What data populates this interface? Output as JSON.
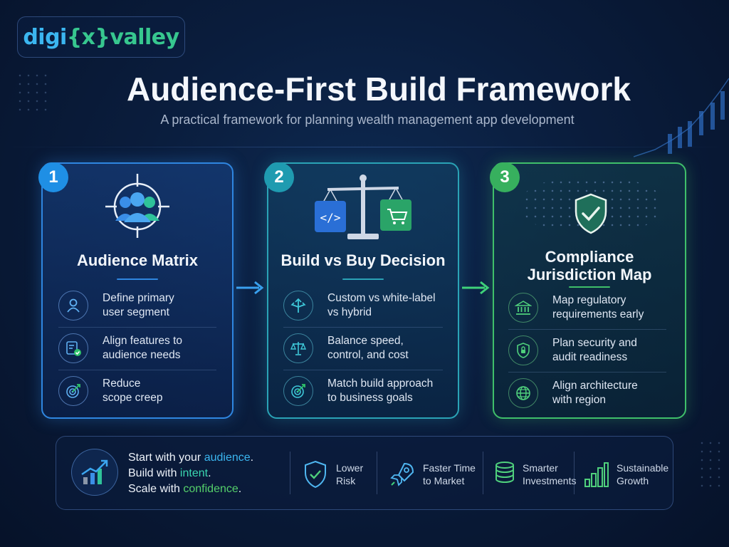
{
  "brand": {
    "part1": "digi",
    "part2": "{x}",
    "part3": "valley"
  },
  "title": "Audience-First Build Framework",
  "subtitle": "A practical framework for planning wealth management app development",
  "cards": [
    {
      "number": "1",
      "title_line1": "Audience Matrix",
      "title_line2": "",
      "accent": "#2f86e0",
      "items": [
        {
          "icon": "user-icon",
          "line1": "Define primary",
          "line2": "user segment"
        },
        {
          "icon": "checklist-icon",
          "line1": "Align features to",
          "line2": "audience needs"
        },
        {
          "icon": "target-icon",
          "line1": "Reduce",
          "line2": "scope creep"
        }
      ]
    },
    {
      "number": "2",
      "title_line1": "Build vs Buy Decision",
      "title_line2": "",
      "accent": "#2aa3b6",
      "items": [
        {
          "icon": "split-arrows-icon",
          "line1": "Custom vs white-label",
          "line2": "vs hybrid"
        },
        {
          "icon": "scale-icon",
          "line1": "Balance speed,",
          "line2": "control, and cost"
        },
        {
          "icon": "target-icon",
          "line1": "Match build approach",
          "line2": "to business goals"
        }
      ]
    },
    {
      "number": "3",
      "title_line1": "Compliance",
      "title_line2": "Jurisdiction Map",
      "accent": "#3fbf6a",
      "items": [
        {
          "icon": "bank-icon",
          "line1": "Map regulatory",
          "line2": "requirements early"
        },
        {
          "icon": "lock-shield-icon",
          "line1": "Plan security and",
          "line2": "audit readiness"
        },
        {
          "icon": "globe-icon",
          "line1": "Align architecture",
          "line2": "with region"
        }
      ]
    }
  ],
  "tagline": [
    {
      "pre": "Start with your ",
      "hl": "audience",
      "post": ".",
      "color": "#3bb6f0"
    },
    {
      "pre": "Build with ",
      "hl": "intent",
      "post": ".",
      "color": "#3ad6b0"
    },
    {
      "pre": "Scale with ",
      "hl": "confidence",
      "post": ".",
      "color": "#55d06a"
    }
  ],
  "benefits": [
    {
      "icon": "shield-check-icon",
      "line1": "Lower",
      "line2": "Risk"
    },
    {
      "icon": "rocket-icon",
      "line1": "Faster Time",
      "line2": "to Market"
    },
    {
      "icon": "coins-icon",
      "line1": "Smarter",
      "line2": "Investments"
    },
    {
      "icon": "bar-growth-icon",
      "line1": "Sustainable",
      "line2": "Growth"
    }
  ],
  "colors": {
    "blue": "#2f86e0",
    "teal": "#2aa3b6",
    "green": "#3fbf6a",
    "bg": "#0a1d3d"
  }
}
